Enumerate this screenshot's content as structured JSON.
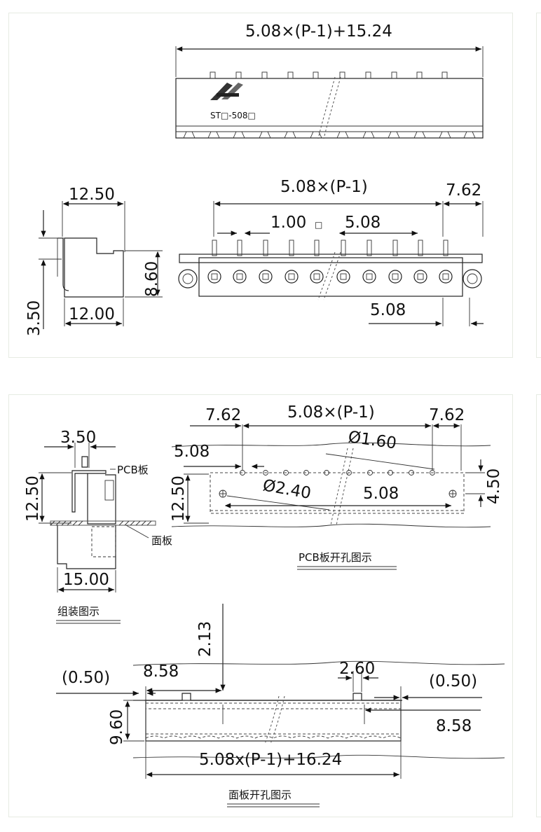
{
  "top": {
    "overall_width": "5.08×(P-1)+15.24",
    "part_code": "ST□-508□",
    "height_dim": "12.50",
    "side_height": "8.60",
    "side_pin": "3.50",
    "side_base": "12.00",
    "pitch_span": "5.08×(P-1)",
    "end_offset": "7.62",
    "pin_width": "1.00",
    "pin_square": "□",
    "pitch_label": "5.08",
    "pitch_bottom": "5.08"
  },
  "bottom": {
    "assembly": {
      "top_dim": "3.50",
      "pcb_label": "PCB板",
      "height_dim": "12.50",
      "panel_label": "面板",
      "width_dim": "15.00",
      "caption": "组装图示"
    },
    "pcb": {
      "left_offset": "7.62",
      "span": "5.08×(P-1)",
      "right_offset": "7.62",
      "left_pitch": "5.08",
      "hole_dia": "Ø1.60",
      "height_dim": "12.50",
      "mount_dia": "Ø2.40",
      "hole_pitch": "5.08",
      "right_height": "4.50",
      "caption": "PCB板开孔图示"
    },
    "panel": {
      "height_top": "2.13",
      "left_margin": "(0.50)",
      "left_offset": "8.58",
      "notch": "2.60",
      "right_margin": "(0.50)",
      "right_offset": "8.58",
      "height_dim": "9.60",
      "span": "5.08x(P-1)+16.24",
      "caption": "面板开孔图示"
    }
  }
}
